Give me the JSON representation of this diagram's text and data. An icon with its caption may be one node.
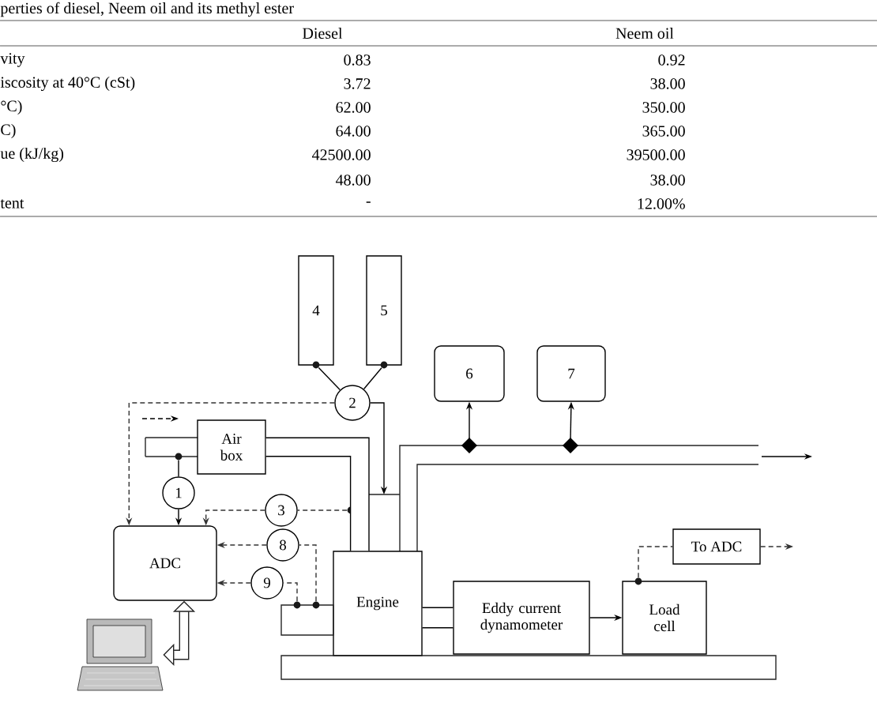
{
  "diagram": {
    "nodes": [
      {
        "text": [
          "4"
        ]
      },
      {
        "text": [
          "5"
        ]
      },
      {
        "text": [
          "2"
        ]
      },
      {
        "text": [
          "6"
        ]
      },
      {
        "text": [
          "7"
        ]
      },
      {
        "text": [
          "Air box"
        ]
      },
      {
        "text": [
          "1"
        ]
      },
      {
        "text": [
          "3"
        ]
      },
      {
        "text": [
          "ADC"
        ]
      },
      {
        "text": [
          "8"
        ]
      },
      {
        "text": [
          "9"
        ]
      },
      {
        "text": [
          "Engine"
        ]
      },
      {
        "text": [
          "Eddy current dynamometer"
        ]
      },
      {
        "text": [
          "Load cell"
        ]
      },
      {
        "text": [
          "To ADC"
        ]
      },
      {
        "text": [],
        "shape": "picture"
      },
      {
        "text": [],
        "shape": "box"
      },
      {
        "text": [],
        "shape": "bar"
      },
      {
        "text": [],
        "shape": "circle"
      },
      {
        "text": [],
        "shape": "circle"
      },
      {
        "text": [],
        "shape": "circle"
      },
      {
        "text": [],
        "shape": "circle"
      },
      {
        "text": [],
        "shape": "circle"
      },
      {
        "text": [],
        "shape": "circle"
      },
      {
        "text": [],
        "shape": "circle"
      }
    ],
    "edges": [
      {
        "from": 18,
        "to": 2,
        "arrow": "none"
      },
      {
        "from": 19,
        "to": 2,
        "arrow": "none"
      },
      {
        "from": 2,
        "to": 8,
        "arrow": "to",
        "style": "dashed"
      },
      {
        "from": 2,
        "to": null,
        "arrow": "to"
      },
      {
        "from": null,
        "to": 3,
        "arrow": "to"
      },
      {
        "from": null,
        "to": 4,
        "arrow": "to"
      },
      {
        "from": 20,
        "to": 6,
        "arrow": "none"
      },
      {
        "from": 6,
        "to": 8,
        "arrow": "to"
      },
      {
        "from": 21,
        "to": 7,
        "arrow": "none",
        "style": "dashed"
      },
      {
        "from": 7,
        "to": 8,
        "arrow": "to",
        "style": "dashed"
      },
      {
        "from": 22,
        "to": 9,
        "arrow": "none",
        "style": "dashed"
      },
      {
        "from": 9,
        "to": 8,
        "arrow": "to",
        "style": "dashed"
      },
      {
        "from": 23,
        "to": 10,
        "arrow": "none",
        "style": "dashed"
      },
      {
        "from": 10,
        "to": 8,
        "arrow": "to",
        "style": "dashed"
      },
      {
        "from": 11,
        "to": 12,
        "arrow": "none",
        "style": "thick"
      },
      {
        "from": 12,
        "to": 13,
        "arrow": "to"
      },
      {
        "from": 24,
        "to": 14,
        "arrow": "none",
        "style": "dashed"
      },
      {
        "from": 14,
        "to": null,
        "arrow": "to",
        "style": "dashed"
      },
      {
        "from": 8,
        "to": 15,
        "arrow": "both",
        "style": "thick"
      },
      {
        "from": 5,
        "to": 11,
        "arrow": "none",
        "style": "thick"
      }
    ],
    "labels": [
      "perties of diesel, Neem oil and its methyl ester",
      "Diesel",
      "Neem oil",
      "vity",
      "0.83",
      "0.92",
      "iscosity at 40°C (cSt)",
      "3.72",
      "38.00",
      "°C)",
      "62.00",
      "350.00",
      "C)",
      "64.00",
      "365.00",
      "ue (kJ/kg)",
      "42500.00",
      "39500.00",
      "48.00",
      "38.00",
      "tent",
      "-",
      "12.00%"
    ]
  }
}
